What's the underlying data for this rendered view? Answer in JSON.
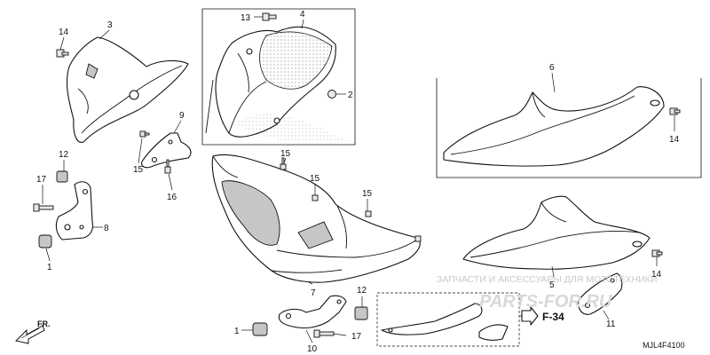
{
  "callouts": {
    "c1a": "1",
    "c1b": "1",
    "c2": "2",
    "c3": "3",
    "c4": "4",
    "c5": "5",
    "c6": "6",
    "c7": "7",
    "c8": "8",
    "c9": "9",
    "c10": "10",
    "c11": "11",
    "c12a": "12",
    "c12b": "12",
    "c13": "13",
    "c14a": "14",
    "c14b": "14",
    "c14c": "14",
    "c15a": "15",
    "c15b": "15",
    "c15c": "15",
    "c16": "16",
    "c17a": "17",
    "c17b": "17"
  },
  "reference_label": "F-34",
  "direction_label": "FR.",
  "diagram_code": "MJL4F4100",
  "watermark": {
    "line1": "ЗАПЧАСТИ И АКСЕССУАРЫ ДЛЯ МОТОТЕХНИКИ",
    "line2": "PARTS-FOR.RU"
  }
}
